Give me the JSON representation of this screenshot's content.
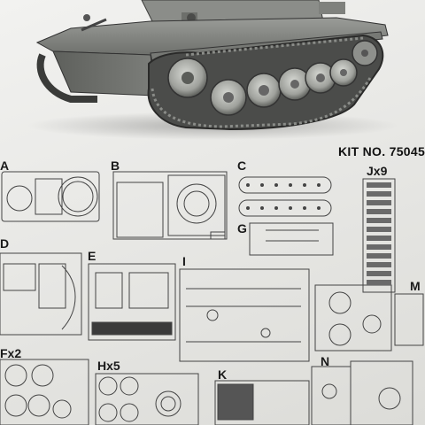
{
  "kit_number": "KIT NO. 75045",
  "sprue_labels": {
    "a": "A",
    "b": "B",
    "c": "C",
    "j": "Jx9",
    "d": "D",
    "e": "E",
    "g": "G",
    "i": "I",
    "m": "M",
    "f": "Fx2",
    "h": "Hx5",
    "k": "K",
    "n": "N"
  },
  "icons": {
    "tank": "tank-photo",
    "sprues": "sprue-frame-drawings"
  }
}
